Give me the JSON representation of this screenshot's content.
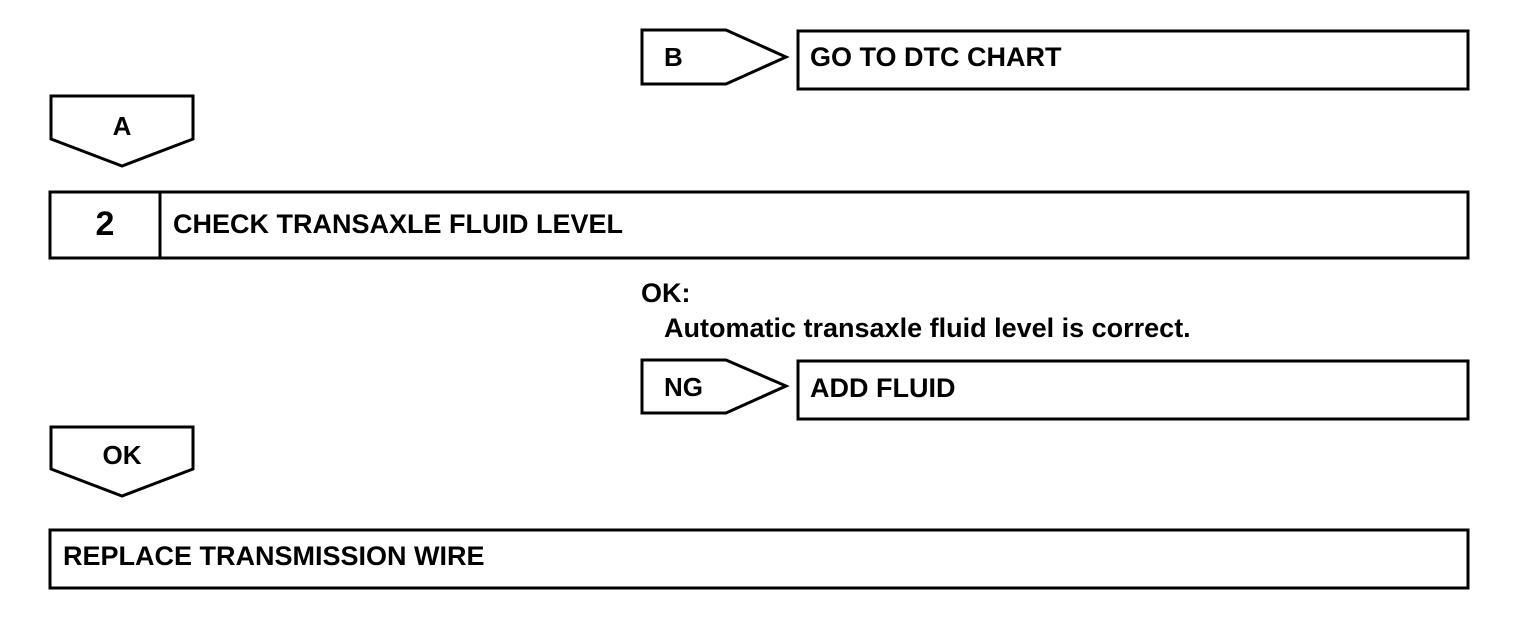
{
  "branch_b": {
    "tag": "B",
    "action": "GO TO DTC CHART"
  },
  "result_a": {
    "tag": "A"
  },
  "step_2": {
    "number": "2",
    "title": "CHECK TRANSAXLE FLUID LEVEL"
  },
  "criteria": {
    "heading": "OK:",
    "text": "Automatic transaxle fluid level is correct."
  },
  "branch_ng": {
    "tag": "NG",
    "action": "ADD FLUID"
  },
  "result_ok": {
    "tag": "OK"
  },
  "final_step": {
    "title": "REPLACE TRANSMISSION WIRE"
  }
}
